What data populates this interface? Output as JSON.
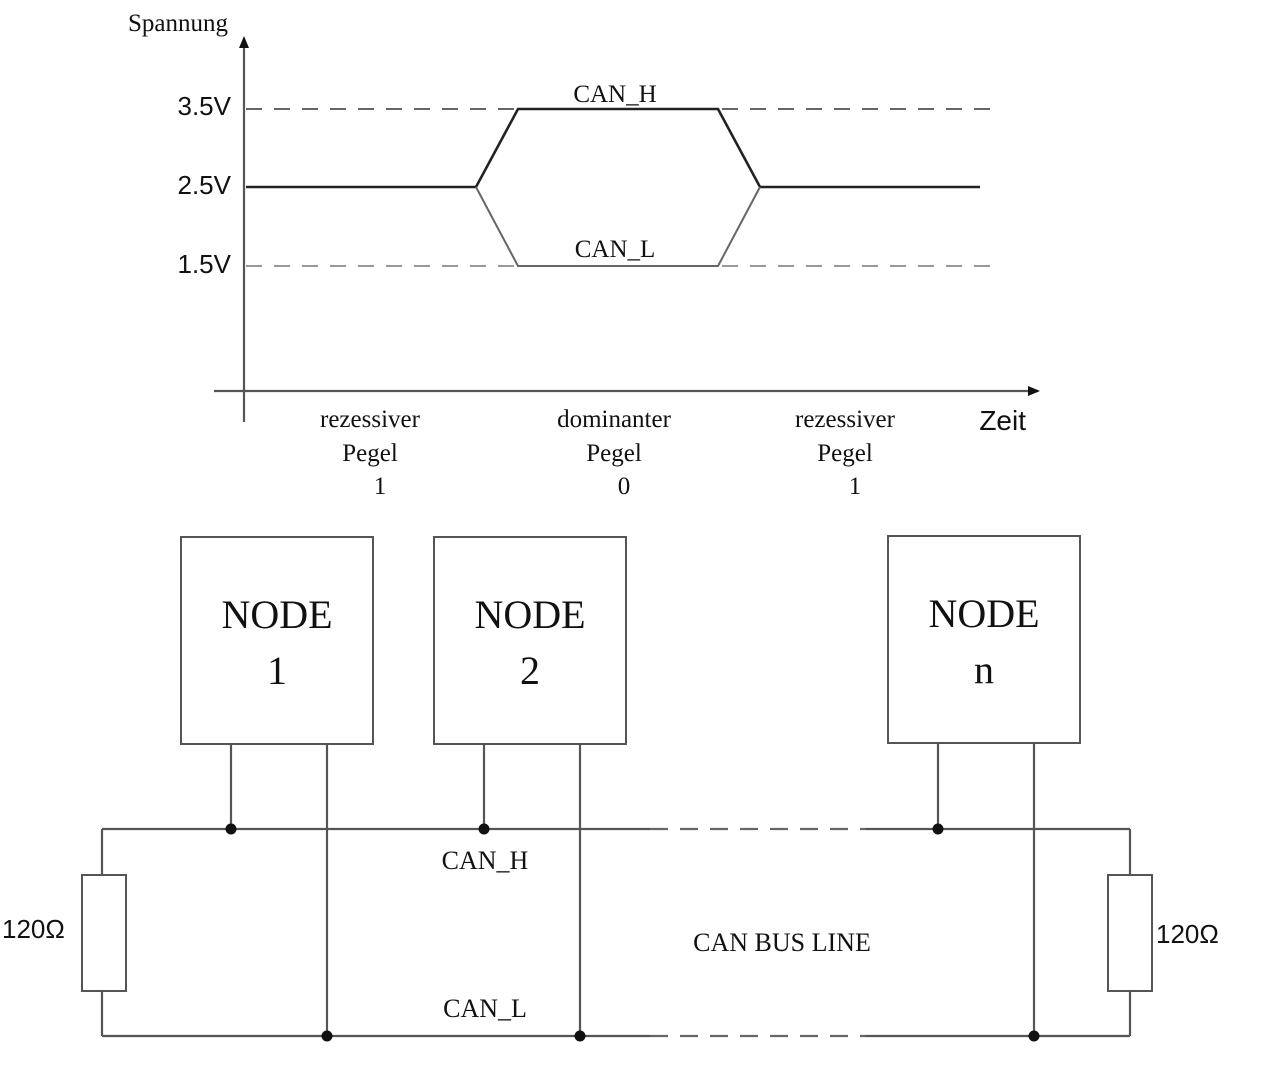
{
  "signal_chart": {
    "y_axis_label": "Spannung",
    "x_axis_label": "Zeit",
    "y_ticks": [
      "3.5V",
      "2.5V",
      "1.5V"
    ],
    "levels_v": {
      "high": 3.5,
      "recessive": 2.5,
      "low": 1.5
    },
    "line_labels": {
      "can_h": "CAN_H",
      "can_l": "CAN_L"
    },
    "phases": [
      {
        "line1": "rezessiver",
        "line2": "Pegel",
        "bit": "1"
      },
      {
        "line1": "dominanter",
        "line2": "Pegel",
        "bit": "0"
      },
      {
        "line1": "rezessiver",
        "line2": "Pegel",
        "bit": "1"
      }
    ]
  },
  "bus_diagram": {
    "nodes": [
      {
        "title": "NODE",
        "id": "1"
      },
      {
        "title": "NODE",
        "id": "2"
      },
      {
        "title": "NODE",
        "id": "n"
      }
    ],
    "can_h_label": "CAN_H",
    "can_l_label": "CAN_L",
    "bus_label": "CAN BUS LINE",
    "termination_left": "120Ω",
    "termination_right": "120Ω"
  }
}
